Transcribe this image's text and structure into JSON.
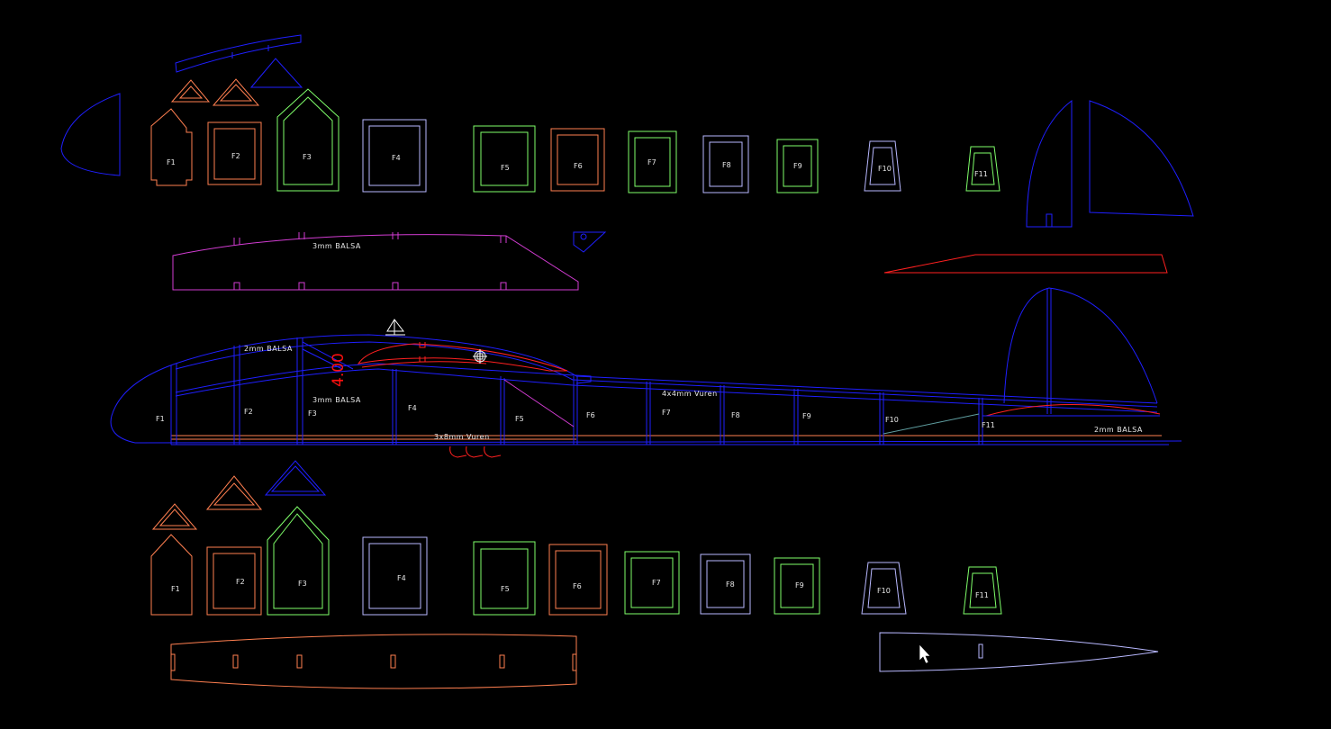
{
  "colors": {
    "background": "#000000",
    "blue": "#1f1fff",
    "orange": "#ff7f50",
    "green": "#7fff6a",
    "lavender": "#b8b8ff",
    "magenta": "#d23cd2",
    "red": "#ff2020",
    "white": "#ffffff"
  },
  "formers_top": [
    {
      "id": "F1",
      "color": "#ff7f50"
    },
    {
      "id": "F2",
      "color": "#ff7f50"
    },
    {
      "id": "F3",
      "color": "#7fff6a"
    },
    {
      "id": "F4",
      "color": "#b8b8ff"
    },
    {
      "id": "F5",
      "color": "#7fff6a"
    },
    {
      "id": "F6",
      "color": "#ff7f50"
    },
    {
      "id": "F7",
      "color": "#7fff6a"
    },
    {
      "id": "F8",
      "color": "#b8b8ff"
    },
    {
      "id": "F9",
      "color": "#7fff6a"
    },
    {
      "id": "F10",
      "color": "#b8b8ff"
    },
    {
      "id": "F11",
      "color": "#7fff6a"
    }
  ],
  "formers_bottom": [
    {
      "id": "F1",
      "color": "#ff7f50"
    },
    {
      "id": "F2",
      "color": "#ff7f50"
    },
    {
      "id": "F3",
      "color": "#7fff6a"
    },
    {
      "id": "F4",
      "color": "#b8b8ff"
    },
    {
      "id": "F5",
      "color": "#7fff6a"
    },
    {
      "id": "F6",
      "color": "#ff7f50"
    },
    {
      "id": "F7",
      "color": "#7fff6a"
    },
    {
      "id": "F8",
      "color": "#b8b8ff"
    },
    {
      "id": "F9",
      "color": "#7fff6a"
    },
    {
      "id": "F10",
      "color": "#b8b8ff"
    },
    {
      "id": "F11",
      "color": "#7fff6a"
    }
  ],
  "side_labels": {
    "f1": "F1",
    "f2": "F2",
    "f3": "F3",
    "f4": "F4",
    "f5": "F5",
    "f6": "F6",
    "f7": "F7",
    "f8": "F8",
    "f9": "F9",
    "f10": "F10",
    "f11": "F11"
  },
  "notes": {
    "side_panel_material": "3mm BALSA",
    "top_deck_material": "2mm BALSA",
    "mid_material": "3mm BALSA",
    "stringer": "4x4mm Vuren",
    "bottom_stringer": "3x8mm Vuren",
    "tail_material": "2mm BALSA",
    "dimension": "4.00"
  },
  "icons": {
    "ucs": "ucs-icon",
    "snap": "snap-target-icon",
    "cursor": "mouse-cursor-icon"
  }
}
